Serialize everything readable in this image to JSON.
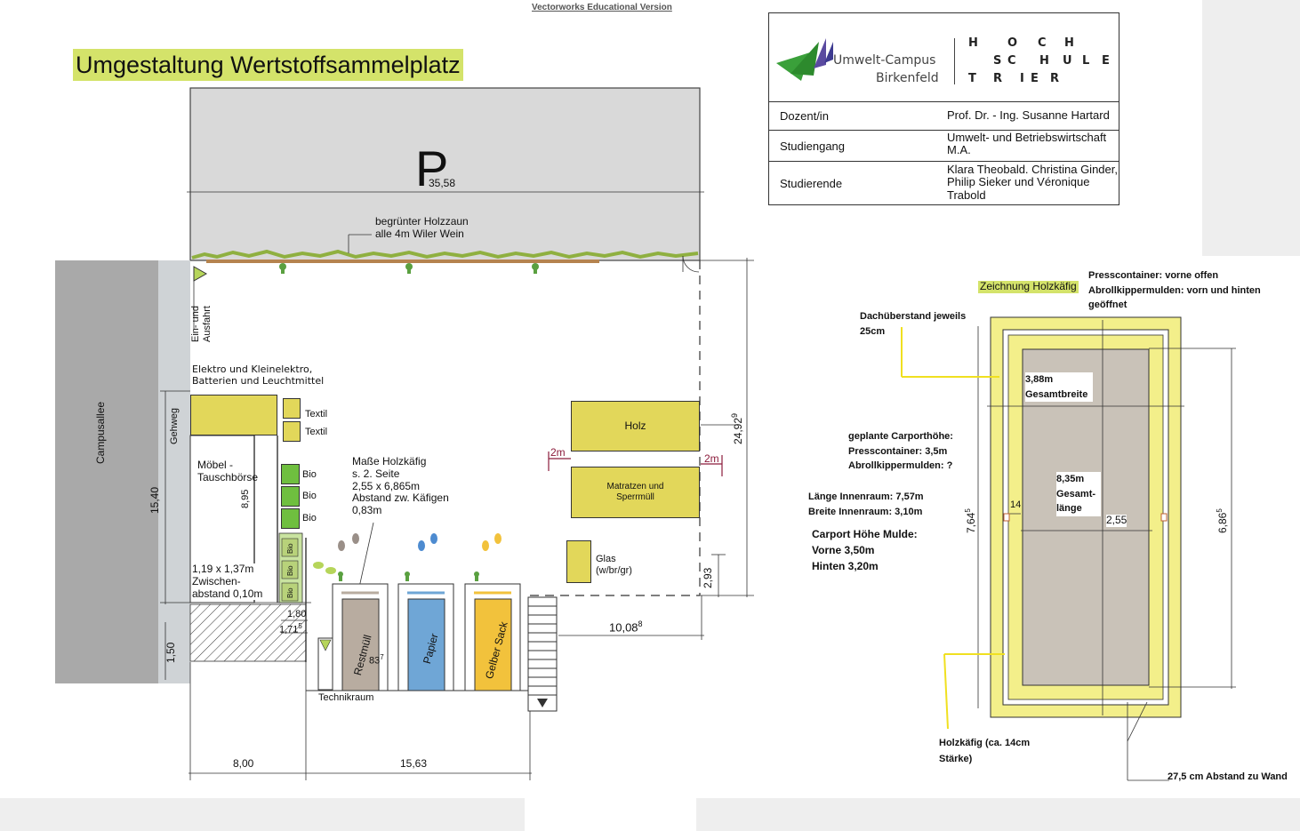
{
  "header": {
    "watermark": "Vectorworks Educational Version",
    "title": "Umgestaltung Wertstoffsammelplatz"
  },
  "title_block": {
    "logo_left_line1": "Umwelt-Campus",
    "logo_left_line2": "Birkenfeld",
    "logo_right_letters": [
      "H",
      "O",
      "C",
      "H",
      "S",
      "C",
      "H",
      "U",
      "L",
      "E",
      "T",
      "R",
      "I",
      "E",
      "R"
    ],
    "rows": [
      {
        "label": "Dozent/in",
        "value": "Prof. Dr. - Ing. Susanne Hartard"
      },
      {
        "label": "Studiengang",
        "value": "Umwelt- und Betriebswirtschaft M.A."
      },
      {
        "label": "Studierende",
        "value": "Klara Theobald. Christina Ginder, Philip Sieker und Véronique Trabold"
      }
    ]
  },
  "site_plan": {
    "parking_symbol": "P",
    "dim_parking_width": "35,58",
    "fence_label": "begrünter Holzzaun\nalle 4m Wiler Wein",
    "entrance_label": "Ein- und\nAusfahrt",
    "street_label": "Campusallee",
    "sidewalk_label": "Gehweg",
    "dim_street": "15,40",
    "dim_street_bottom": "1,50",
    "elektro_label": "Elektro und Kleinelektro,\nBatterien und Leuchtmittel",
    "textil_labels": [
      "Textil",
      "Textil"
    ],
    "bio_labels": [
      "Bio",
      "Bio",
      "Bio"
    ],
    "bio_small": "Bio",
    "furniture_label": "Möbel -\nTauschbörse",
    "dim_furniture": "8,95",
    "cage_size_note": "1,19 x 1,37m\nZwischen-\nabstand 0,10m",
    "dim_1_80": "1,80",
    "dim_1_71": "1,71",
    "dim_1_71_sup": "5",
    "holzkaefig_note": "Maße Holzkäfig\ns. 2. Seite\n2,55 x 6,865m\nAbstand zw. Käfigen\n0,83m",
    "wood_label": "Holz",
    "mattress_label": "Matratzen und\nSperrmüll",
    "dist_2m_left": "2m",
    "dist_2m_right": "2m",
    "glass_label": "Glas\n(w/br/gr)",
    "dim_right_total": "24,92",
    "dim_right_total_sup": "9",
    "dim_2_93": "2,93",
    "dim_10_08": "10,08",
    "dim_10_08_sup": "8",
    "dim_83": "83",
    "dim_83_sup": "7",
    "container_labels": [
      "Restmüll",
      "Papier",
      "Gelber Sack"
    ],
    "technik_label": "Technikraum",
    "dim_bottom_left": "8,00",
    "dim_bottom_right": "15,63",
    "colors": {
      "yellow_box": "#e2d75a",
      "green_box": "#6fbf3f",
      "restmuell": "#b8aca0",
      "papier": "#6fa6d6",
      "gelber_sack": "#f2c23c",
      "street": "#a9a9a9",
      "sidewalk": "#cfd3d6"
    }
  },
  "detail_drawing": {
    "title": "Zeichnung Holzkäfig",
    "note_container": "Presscontainer: vorne offen\nAbrollkippermulden: vorn und hinten\ngeöffnet",
    "roof_overhang": "Dachüberstand jeweils\n25cm",
    "total_width": "3,88m\nGesamtbreite",
    "carport_height": "geplante Carporthöhe:\nPresscontainer: 3,5m\nAbrollkippermulden: ?",
    "inner_dims": "Länge Innenraum: 7,57m\nBreite Innenraum: 3,10m",
    "carport_mulde": "Carport Höhe Mulde:\nVorne 3,50m\nHinten 3,20m",
    "total_length": "8,35m\nGesamt-\nlänge",
    "dim_14": "14",
    "dim_2_55": "2,55",
    "dim_7_64": "7,64",
    "dim_7_64_sup": "5",
    "dim_6_86": "6,86",
    "dim_6_86_sup": "5",
    "wood_cage": "Holzkäfig (ca. 14cm\nStärke)",
    "wall_distance": "27,5 cm Abstand zu Wand",
    "colors": {
      "frame_yellow": "#f3ef8a",
      "inner": "#c9c2b8",
      "callout": "#f0e020"
    }
  }
}
